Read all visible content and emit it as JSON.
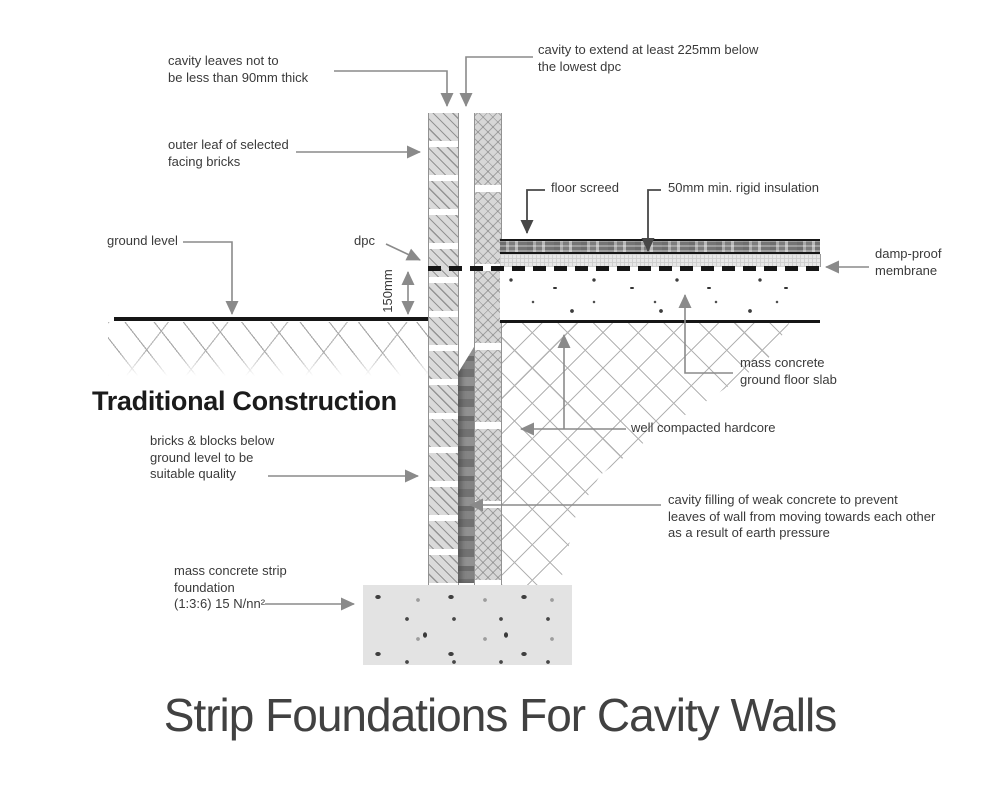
{
  "page": {
    "title": "Strip Foundations For Cavity Walls",
    "section_label": "Traditional Construction"
  },
  "annotations": {
    "cavity_leaves": "cavity leaves not to\nbe less than 90mm thick",
    "cavity_extend": "cavity to extend at least 225mm below\nthe lowest dpc",
    "outer_leaf": "outer leaf of selected\nfacing bricks",
    "floor_screed": "floor screed",
    "insulation": "50mm min. rigid insulation",
    "ground_level": "ground level",
    "dpc": "dpc",
    "dim_150": "150mm",
    "dpm": "damp-proof\nmembrane",
    "slab": "mass concrete\nground floor slab",
    "hardcore": "well compacted hardcore",
    "bricks_below": "bricks & blocks below\nground level to be\nsuitable quality",
    "cavity_fill": "cavity filling of weak concrete to prevent\nleaves of wall from moving towards each other\nas a result of earth pressure",
    "foundation": "mass concrete strip\nfoundation\n(1:3:6) 15 N/nn²"
  },
  "colors": {
    "leader": "#8a8a8a",
    "leader_dark": "#474747",
    "text": "#3a3a3a",
    "ink": "#161616",
    "title": "#414141"
  }
}
